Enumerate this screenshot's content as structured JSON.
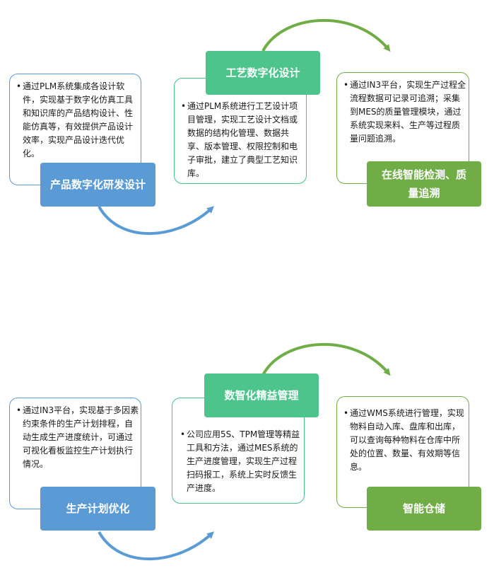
{
  "colors": {
    "blue": "#5b9bd5",
    "teal": "#4cc48c",
    "green": "#70ad47"
  },
  "top_row": {
    "card1": {
      "bullet": "•",
      "text": "通过PLM系统集成各设计软件，实现基于数字化仿真工具和知识库的产品结构设计、性能仿真等，有效提供产品设计效率，实现产品设计迭代优化。",
      "label": "产品数字化研发设计"
    },
    "card2": {
      "bullet": "•",
      "text": "通过PLM系统进行工艺设计项目管理，实现工艺设计文档或数据的结构化管理、数据共享、版本管理、权限控制和电子审批，建立了典型工艺知识库。",
      "label": "工艺数字化设计"
    },
    "card3": {
      "bullet": "•",
      "text": "通过IN3平台，实现生产过程全流程数据可记录可追溯；采集到MES的质量管理模块，通过系统实现来料、生产等过程质量问题追溯。",
      "label": "在线智能检测、质量追溯"
    }
  },
  "bottom_row": {
    "card1": {
      "bullet": "•",
      "text": "通过IN3平台，实现基于多因素约束条件的生产计划排程，自动生成生产进度统计，可通过可视化看板监控生产计划执行情况。",
      "label": "生产计划优化"
    },
    "card2": {
      "bullet": "•",
      "text": "公司应用5S、TPM管理等精益工具和方法，通过MES系统的生产进度管理，实现生产过程扫码报工，系统上实时反馈生产进度。",
      "label": "数智化精益管理"
    },
    "card3": {
      "bullet": "•",
      "text": "通过WMS系统进行管理，实现物料自动入库、盘库和出库，可以查询每种物料在仓库中所处的位置、数量、有效期等信息。",
      "label": "智能仓储"
    }
  }
}
